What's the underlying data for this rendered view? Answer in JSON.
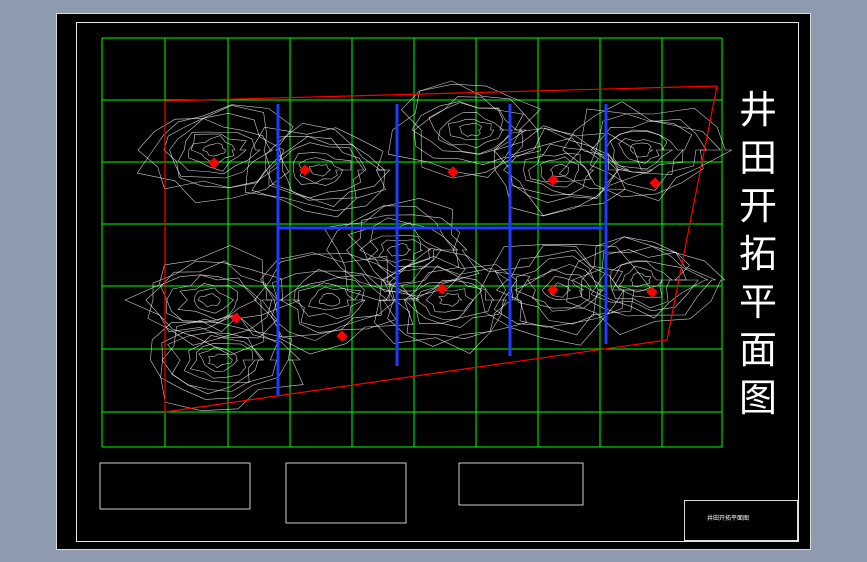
{
  "drawing_title": "井田开拓平面图",
  "title_chars": [
    "井",
    "田",
    "开",
    "拓",
    "平",
    "面",
    "图"
  ],
  "title_block": {
    "drawing_name": "井田开拓平面图"
  },
  "colors": {
    "background": "#000000",
    "grid": "#00ff00",
    "roadway": "#1e3cff",
    "contour": "#ffffff",
    "boundary": "#ff0000",
    "window_surround": "#8e9aad"
  }
}
